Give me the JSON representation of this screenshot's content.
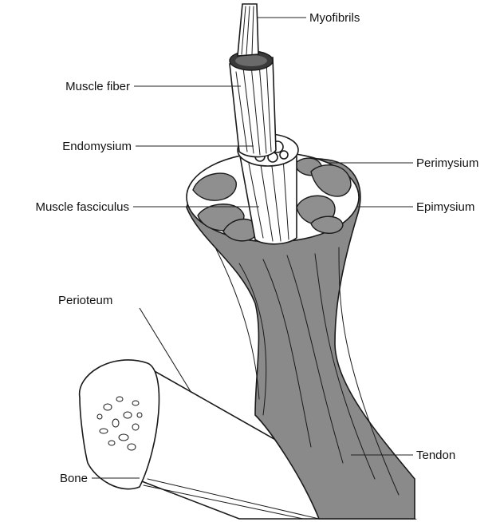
{
  "labels": {
    "myofibrils": "Myofibrils",
    "muscle_fiber": "Muscle fiber",
    "endomysium": "Endomysium",
    "perimysium": "Perimysium",
    "muscle_fasciculus": "Muscle fasciculus",
    "epimysium": "Epimysium",
    "perioteum": "Perioteum",
    "tendon": "Tendon",
    "bone": "Bone"
  },
  "colors": {
    "muscle_fill": "#8a8a8a",
    "outline": "#1a1a1a",
    "background": "#ffffff"
  }
}
